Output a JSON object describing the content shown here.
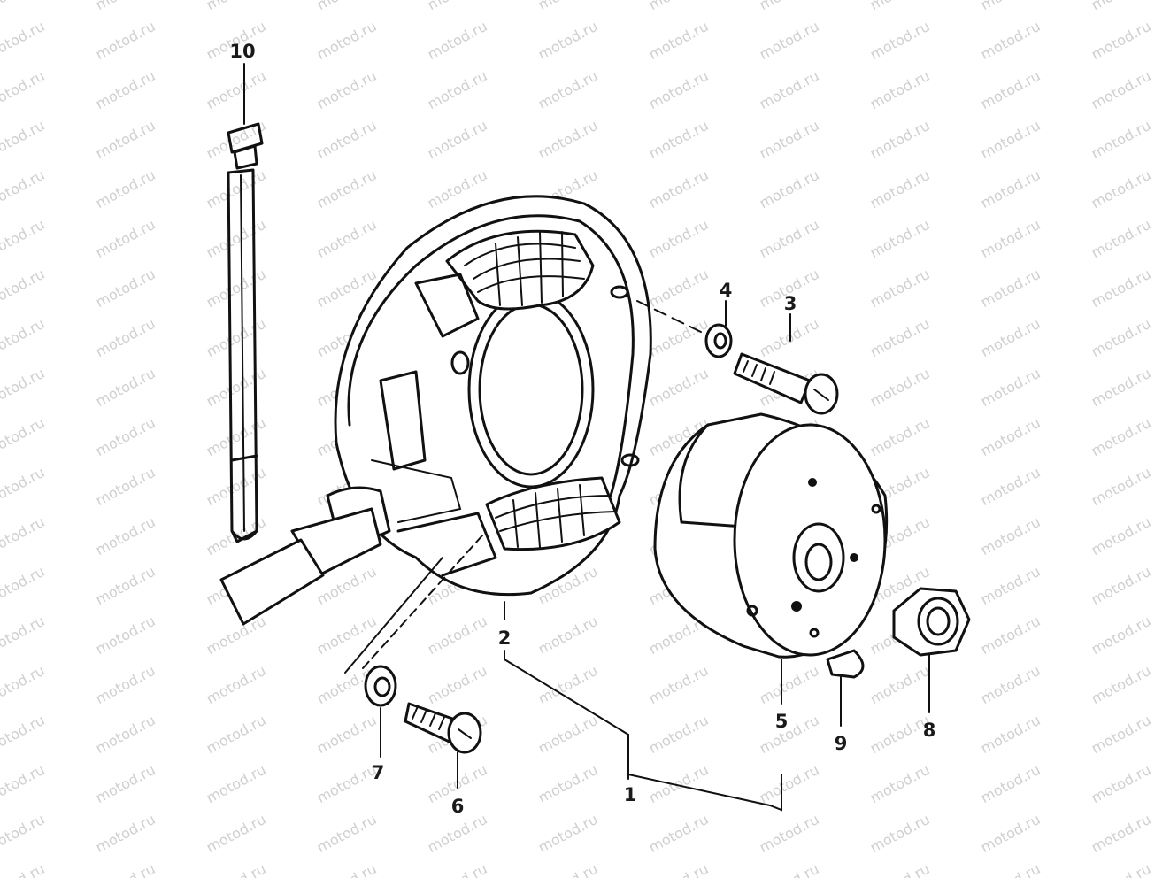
{
  "watermark": "motod.ru",
  "callouts": {
    "c1": "1",
    "c2": "2",
    "c3": "3",
    "c4": "4",
    "c5": "5",
    "c6": "6",
    "c7": "7",
    "c8": "8",
    "c9": "9",
    "c10": "10"
  },
  "colors": {
    "ink": "#111111",
    "paper": "#ffffff",
    "watermark": "#d0d0d0"
  }
}
